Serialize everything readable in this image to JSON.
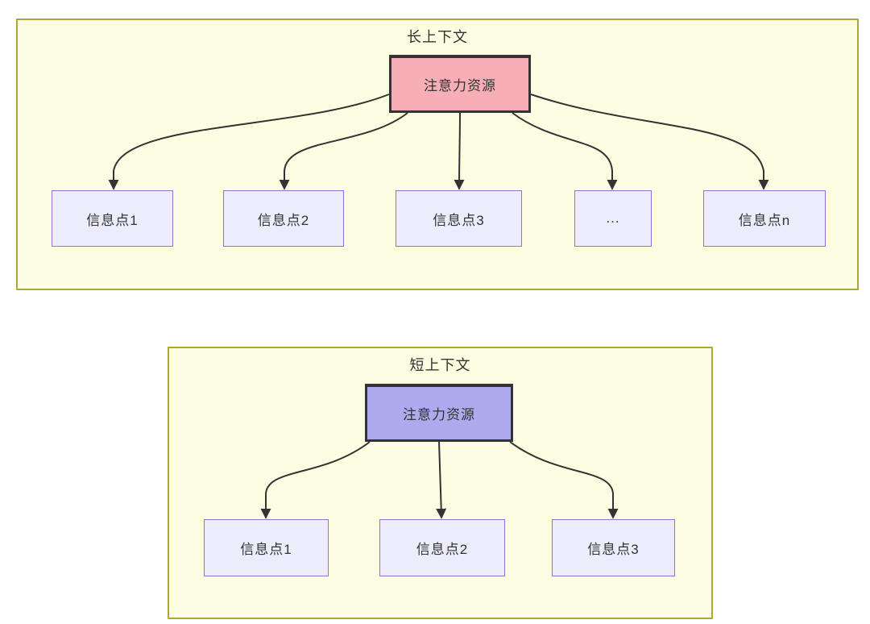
{
  "colors": {
    "page_bg": "#ffffff",
    "container_fill": "#fdfde1",
    "container_border": "#aaaa33",
    "root_long_fill": "#f8aeb6",
    "root_short_fill": "#ababee",
    "root_border": "#333333",
    "node_fill": "#ececfc",
    "node_border": "#9370db",
    "edge_color": "#333333",
    "text_color": "#333333"
  },
  "long_section": {
    "title": "长上下文",
    "root_label": "注意力资源",
    "nodes": [
      "信息点1",
      "信息点2",
      "信息点3",
      "...",
      "信息点n"
    ]
  },
  "short_section": {
    "title": "短上下文",
    "root_label": "注意力资源",
    "nodes": [
      "信息点1",
      "信息点2",
      "信息点3"
    ]
  }
}
